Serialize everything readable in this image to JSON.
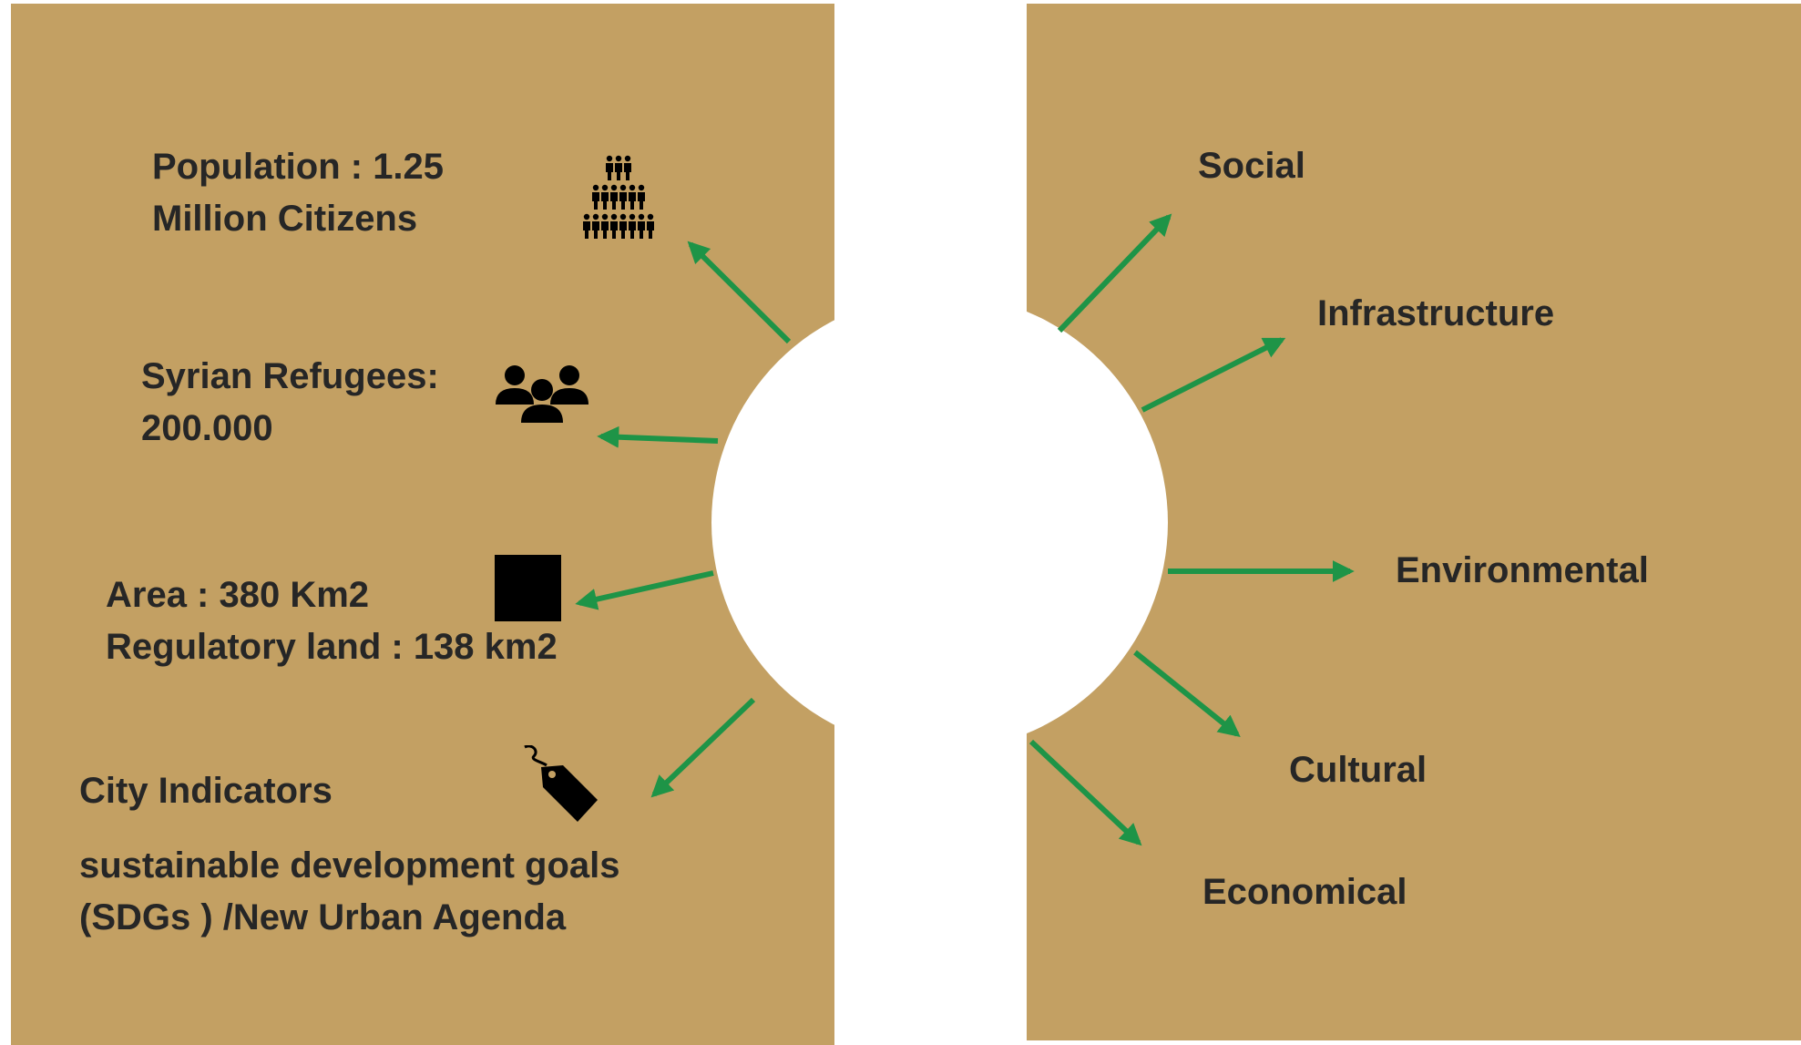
{
  "left": {
    "population": {
      "line1": "Population : 1.25",
      "line2": "Million  Citizens",
      "icon": "crowd-pyramid-icon"
    },
    "refugees": {
      "line1": "Syrian Refugees:",
      "line2": "200.000",
      "icon": "group-icon"
    },
    "area": {
      "line1": "Area : 380 Km2",
      "line2": "Regulatory land : 138 km2",
      "icon": "square-icon"
    },
    "indicators": {
      "title": "City Indicators",
      "line1": "sustainable development goals",
      "line2": "(SDGs ) /New Urban Agenda",
      "icon": "price-tag-icon"
    }
  },
  "right": {
    "items": [
      {
        "label": "Social"
      },
      {
        "label": "Infrastructure"
      },
      {
        "label": "Environmental"
      },
      {
        "label": "Cultural"
      },
      {
        "label": "Economical"
      }
    ]
  },
  "colors": {
    "panel": "#C3A063",
    "arrow": "#1E9447",
    "text": "#262626",
    "icon": "#000000"
  }
}
